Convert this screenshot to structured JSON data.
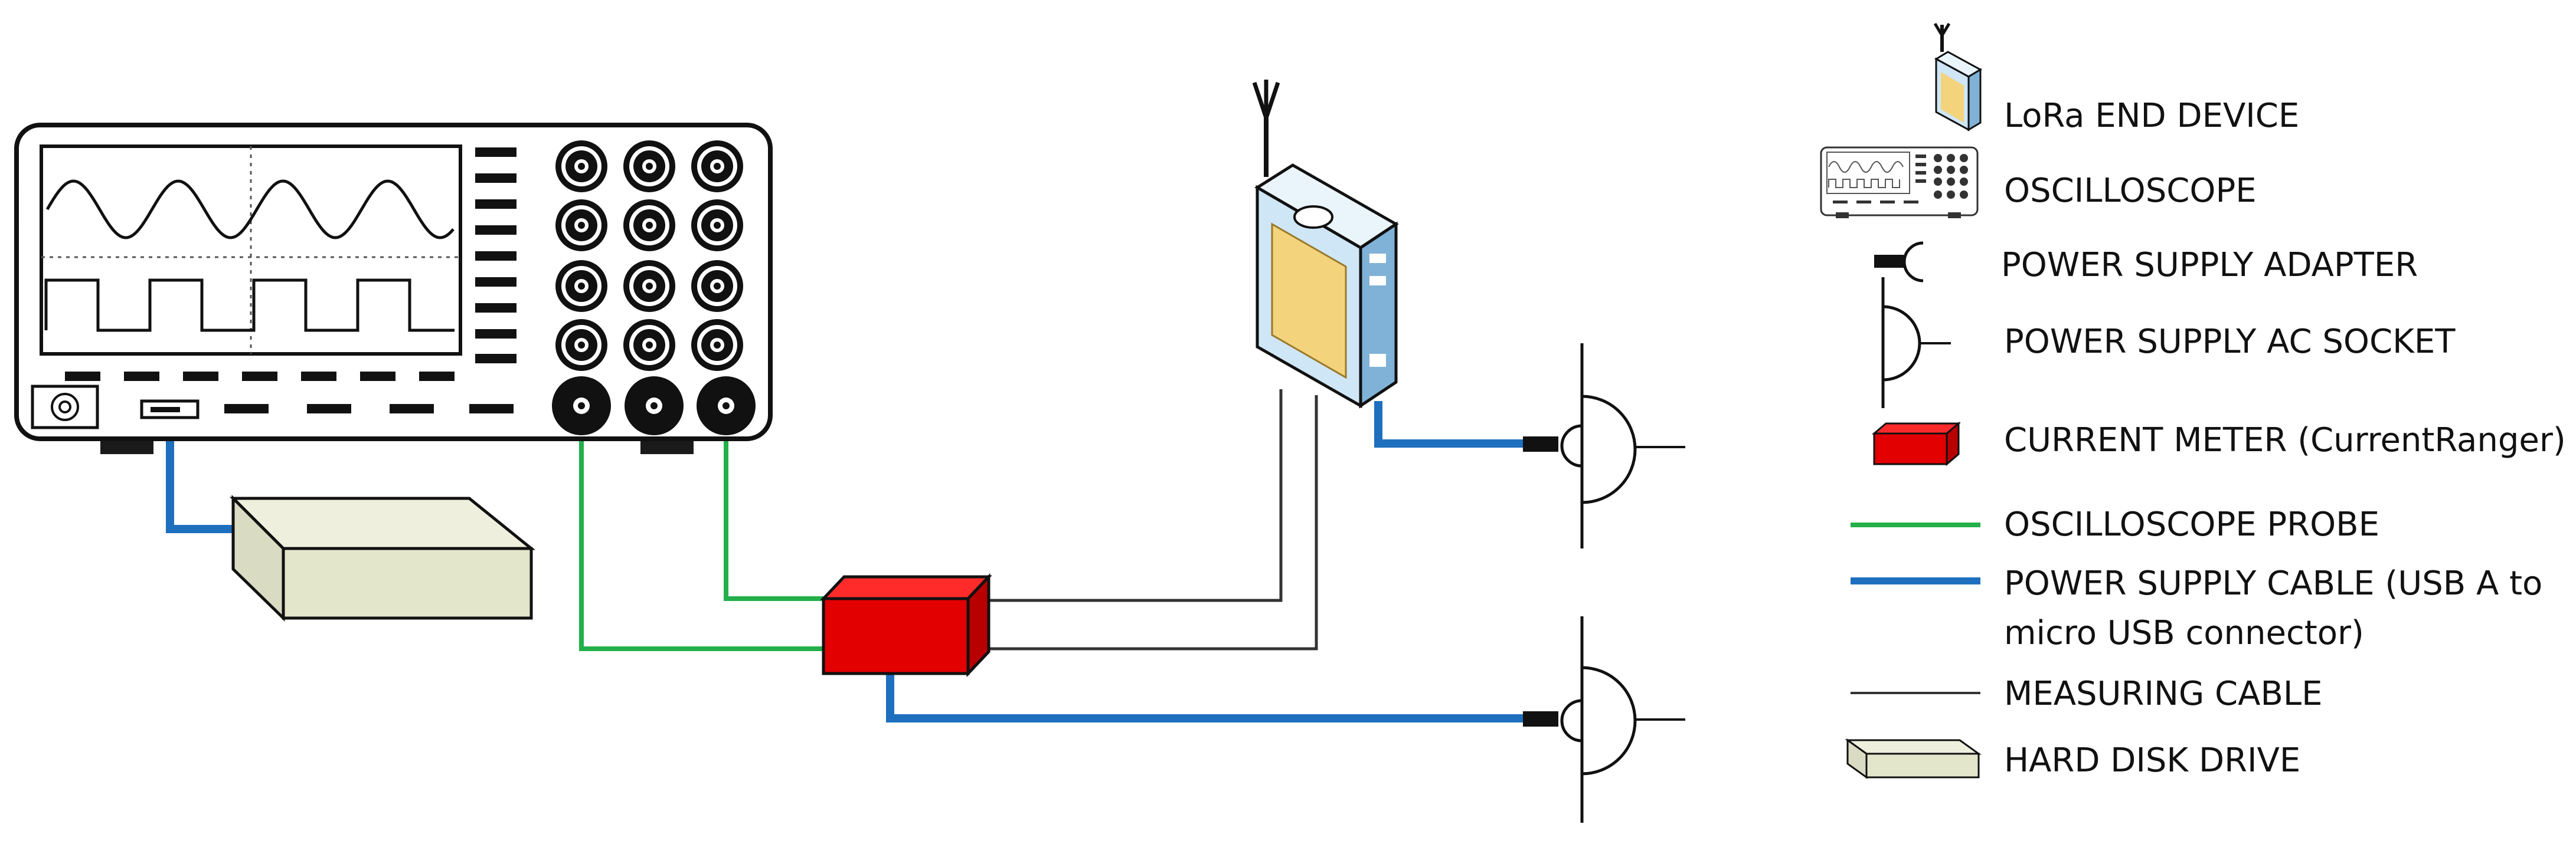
{
  "legend": {
    "lora_end_device": "LoRa END DEVICE",
    "oscilloscope": "OSCILLOSCOPE",
    "power_supply_adapter": "POWER SUPPLY ADAPTER",
    "power_supply_ac_socket": "POWER SUPPLY AC SOCKET",
    "current_meter": "CURRENT METER (CurrentRanger)",
    "oscilloscope_probe": "OSCILLOSCOPE PROBE",
    "power_supply_cable_line1": "POWER SUPPLY CABLE (USB A to",
    "power_supply_cable_line2": "micro USB connector)",
    "measuring_cable": "MEASURING CABLE",
    "hard_disk_drive": "HARD DISK DRIVE"
  },
  "colors": {
    "probe_cable": "#23b04b",
    "power_cable": "#1f6fbf",
    "measuring_cable": "#333333",
    "current_meter": "#e30000",
    "hard_disk": "#e4e6cc",
    "device_body": "#cfe6f7",
    "device_screen": "#f3d37c"
  },
  "icons": [
    "lora-end-device-icon",
    "oscilloscope-icon",
    "power-adapter-icon",
    "ac-socket-icon",
    "current-meter-icon",
    "hard-disk-icon"
  ]
}
